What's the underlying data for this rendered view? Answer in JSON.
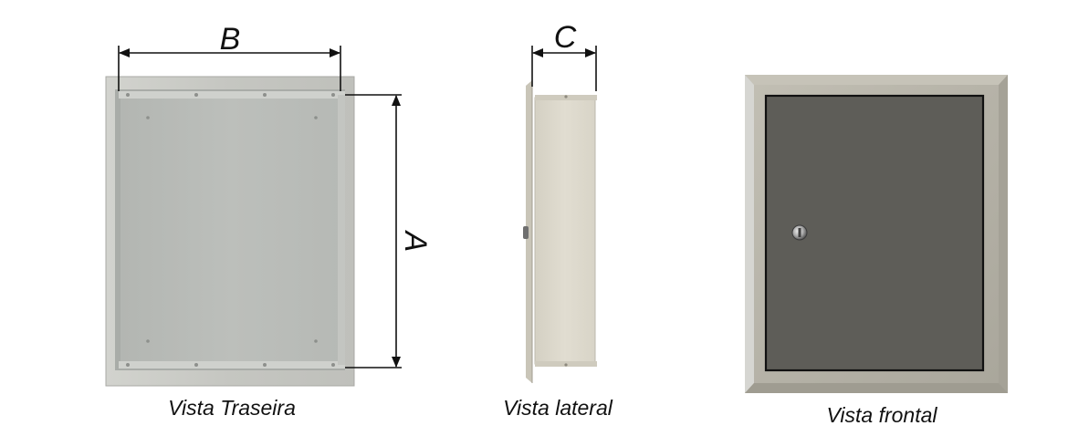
{
  "dimensions": {
    "width_label": "B",
    "height_label": "A",
    "depth_label": "C"
  },
  "views": {
    "rear": {
      "caption": "Vista Traseira"
    },
    "side": {
      "caption": "Vista lateral"
    },
    "front": {
      "caption": "Vista frontal"
    }
  },
  "colors": {
    "rear_frame": "#c6c7c1",
    "rear_panel": "#b9bcb8",
    "side_body": "#ddd9cc",
    "front_frame": "#b4b1a6",
    "front_door": "#5e5d58",
    "dimension_lines": "#111111"
  },
  "icons": {
    "lock": "lock-icon"
  }
}
